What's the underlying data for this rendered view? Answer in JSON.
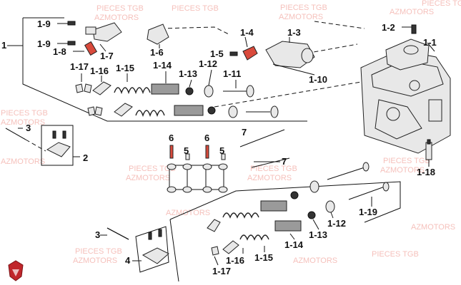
{
  "callouts": {
    "c1": "1",
    "c1_1": "1-1",
    "c1_2": "1-2",
    "c1_3": "1-3",
    "c1_4": "1-4",
    "c1_5": "1-5",
    "c1_6": "1-6",
    "c1_7": "1-7",
    "c1_8": "1-8",
    "c1_9a": "1-9",
    "c1_9b": "1-9",
    "c1_10": "1-10",
    "c1_11": "1-11",
    "c1_12a": "1-12",
    "c1_12b": "1-12",
    "c1_13a": "1-13",
    "c1_13b": "1-13",
    "c1_14a": "1-14",
    "c1_14b": "1-14",
    "c1_15a": "1-15",
    "c1_15b": "1-15",
    "c1_16a": "1-16",
    "c1_16b": "1-16",
    "c1_17a": "1-17",
    "c1_17b": "1-17",
    "c1_18": "1-18",
    "c1_19": "1-19",
    "c2": "2",
    "c3a": "3",
    "c3b": "3",
    "c4": "4",
    "c5a": "5",
    "c5b": "5",
    "c6a": "6",
    "c6b": "6",
    "c7a": "7",
    "c7b": "7"
  },
  "watermark": {
    "line1": "PIECES TGB",
    "line2": "AZMOTORS"
  },
  "colors": {
    "watermark": "#f4b6b0",
    "accent_red": "#d94a3c",
    "logo_red": "#c0262b"
  }
}
